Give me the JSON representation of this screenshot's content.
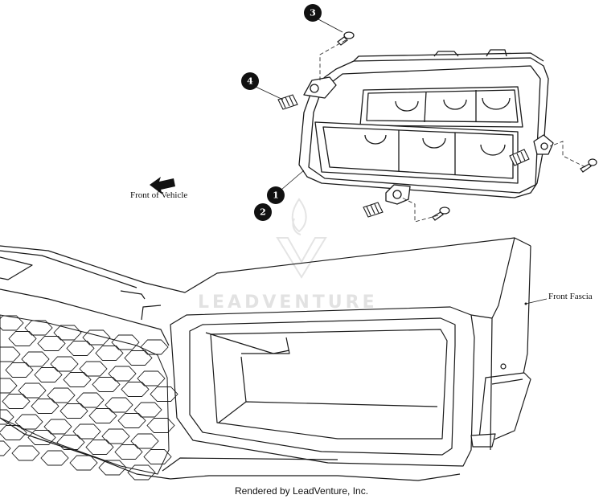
{
  "callouts": [
    "1",
    "2",
    "3",
    "4"
  ],
  "labels": {
    "front_of_vehicle": "Front of Vehicle",
    "front_fascia": "Front Fascia"
  },
  "watermark": "LEADVENTURE",
  "credit": "Rendered by LeadVenture, Inc.",
  "colors": {
    "line": "#1a1a1a",
    "callout_fill": "#111111",
    "watermark": "#e2e2e2"
  }
}
